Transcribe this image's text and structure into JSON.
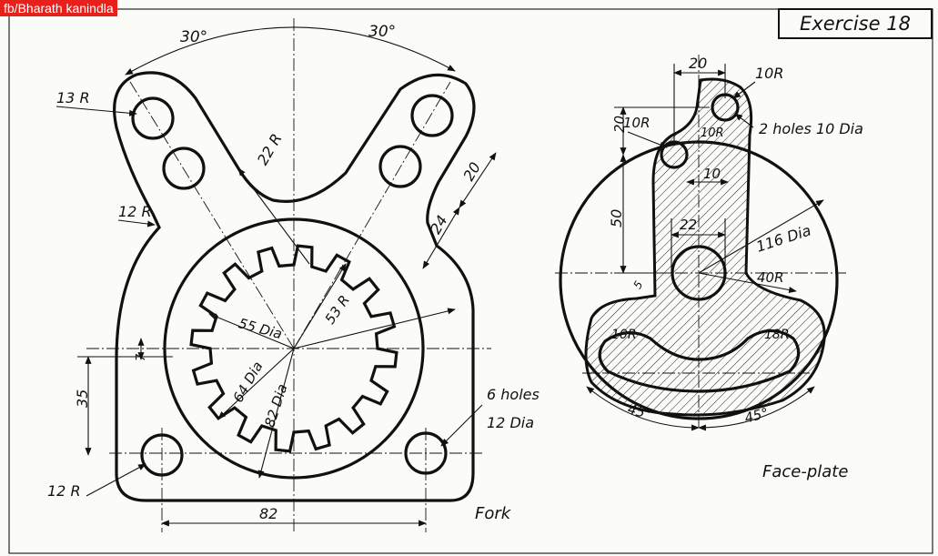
{
  "watermark": "fb/Bharath kanindla",
  "title": "Exercise 18",
  "fork": {
    "name": "Fork",
    "dims": {
      "angle_left": "30°",
      "angle_right": "30°",
      "r13": "13 R",
      "r22": "22 R",
      "r12_upper": "12 R",
      "r12_lower": "12 R",
      "d20": "20",
      "d24": "24",
      "dia55": "55 Dia",
      "r53": "53 R",
      "dia64": "64 Dia",
      "dia82": "82 Dia",
      "d7": "7",
      "d35": "35",
      "holes_line1": "6 holes",
      "holes_line2": "12 Dia",
      "width82": "82"
    }
  },
  "faceplate": {
    "name": "Face-plate",
    "dims": {
      "d20_top": "20",
      "r10_top": "10R",
      "r10_left": "10R",
      "r10_mid": "10R",
      "holes": "2 holes 10 Dia",
      "d20_side": "20",
      "d10": "10",
      "d50": "50",
      "d22": "22",
      "dia116": "116 Dia",
      "r40": "40R",
      "d5": "5",
      "r10_low": "10R",
      "r18": "18R",
      "angle_left": "45°",
      "angle_right": "45°"
    }
  }
}
